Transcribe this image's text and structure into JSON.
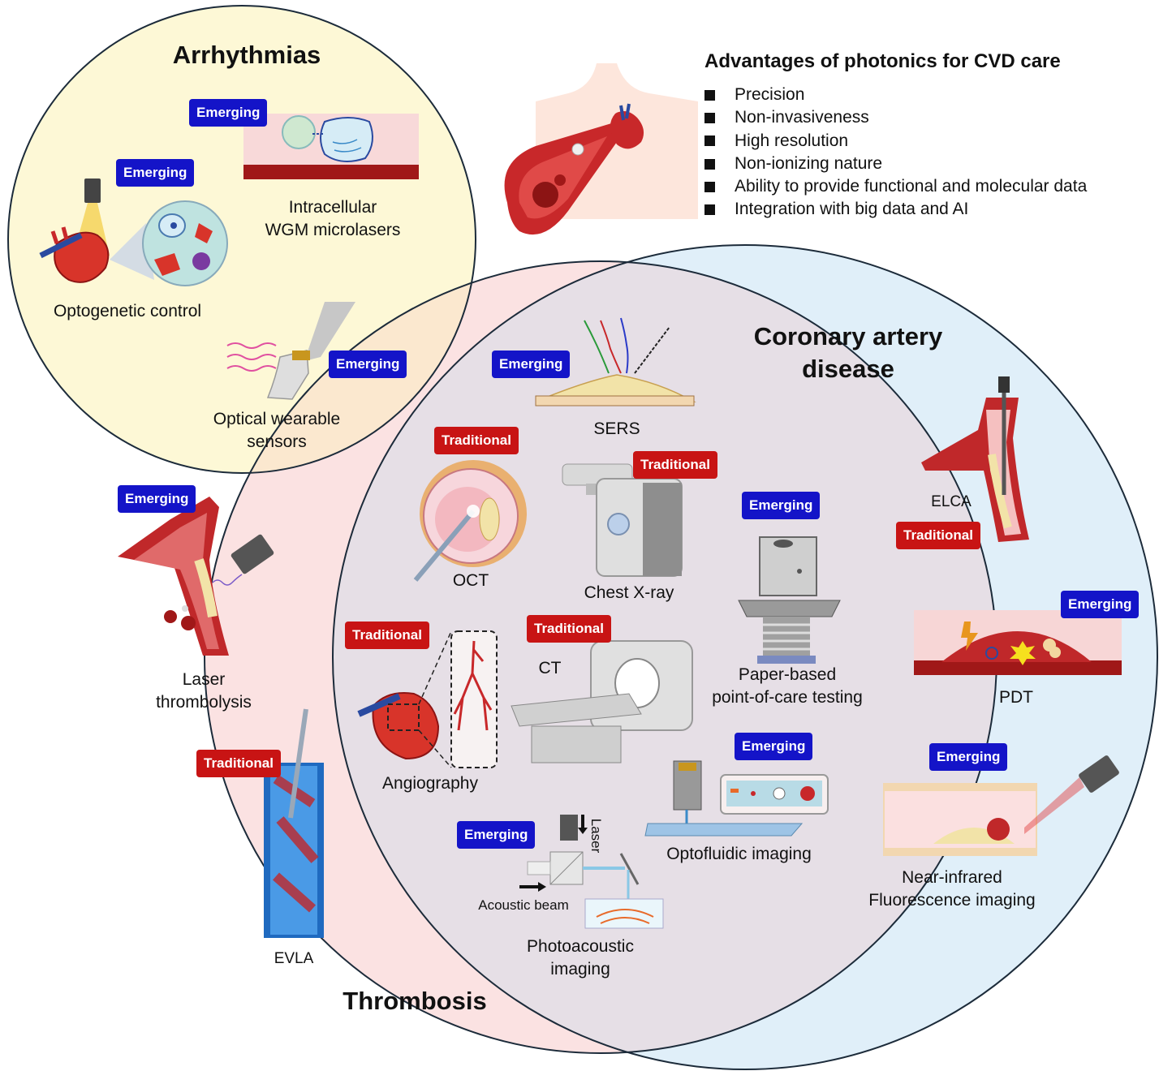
{
  "circles": {
    "arrhythmias": {
      "title": "Arrhythmias",
      "fill": "#fdf8d6"
    },
    "thrombosis": {
      "title": "Thrombosis",
      "fill": "#fbe2e2"
    },
    "cad": {
      "title_line1": "Coronary artery",
      "title_line2": "disease",
      "fill": "#e0eff9"
    }
  },
  "advantages": {
    "title": "Advantages of photonics for CVD care",
    "items": [
      "Precision",
      "Non-invasiveness",
      "High resolution",
      "Non-ionizing nature",
      "Ability to provide functional and molecular data",
      "Integration with big data and AI"
    ]
  },
  "badges": {
    "emerging": "Emerging",
    "traditional": "Traditional"
  },
  "techniques": {
    "wgm": {
      "line1": "Intracellular",
      "line2": "WGM microlasers"
    },
    "optogenetic": "Optogenetic control",
    "wearable": {
      "line1": "Optical wearable",
      "line2": "sensors"
    },
    "sers": "SERS",
    "oct": "OCT",
    "chest_xray": "Chest X-ray",
    "paper": {
      "line1": "Paper-based",
      "line2": "point-of-care testing"
    },
    "ct": "CT",
    "angiography": "Angiography",
    "optofluidic": "Optofluidic imaging",
    "photoacoustic": {
      "line1": "Photoacoustic",
      "line2": "imaging"
    },
    "acoustic_beam": "Acoustic beam",
    "laser_word": "Laser",
    "laser_thrombolysis": {
      "line1": "Laser",
      "line2": "thrombolysis"
    },
    "evla": "EVLA",
    "elca": "ELCA",
    "pdt": "PDT",
    "nir": {
      "line1": "Near-infrared",
      "line2": "Fluorescence imaging"
    }
  },
  "colors": {
    "emerging": "#1414c8",
    "traditional": "#c81414",
    "vessel_red": "#c0282a",
    "plaque": "#f2e3a8"
  }
}
